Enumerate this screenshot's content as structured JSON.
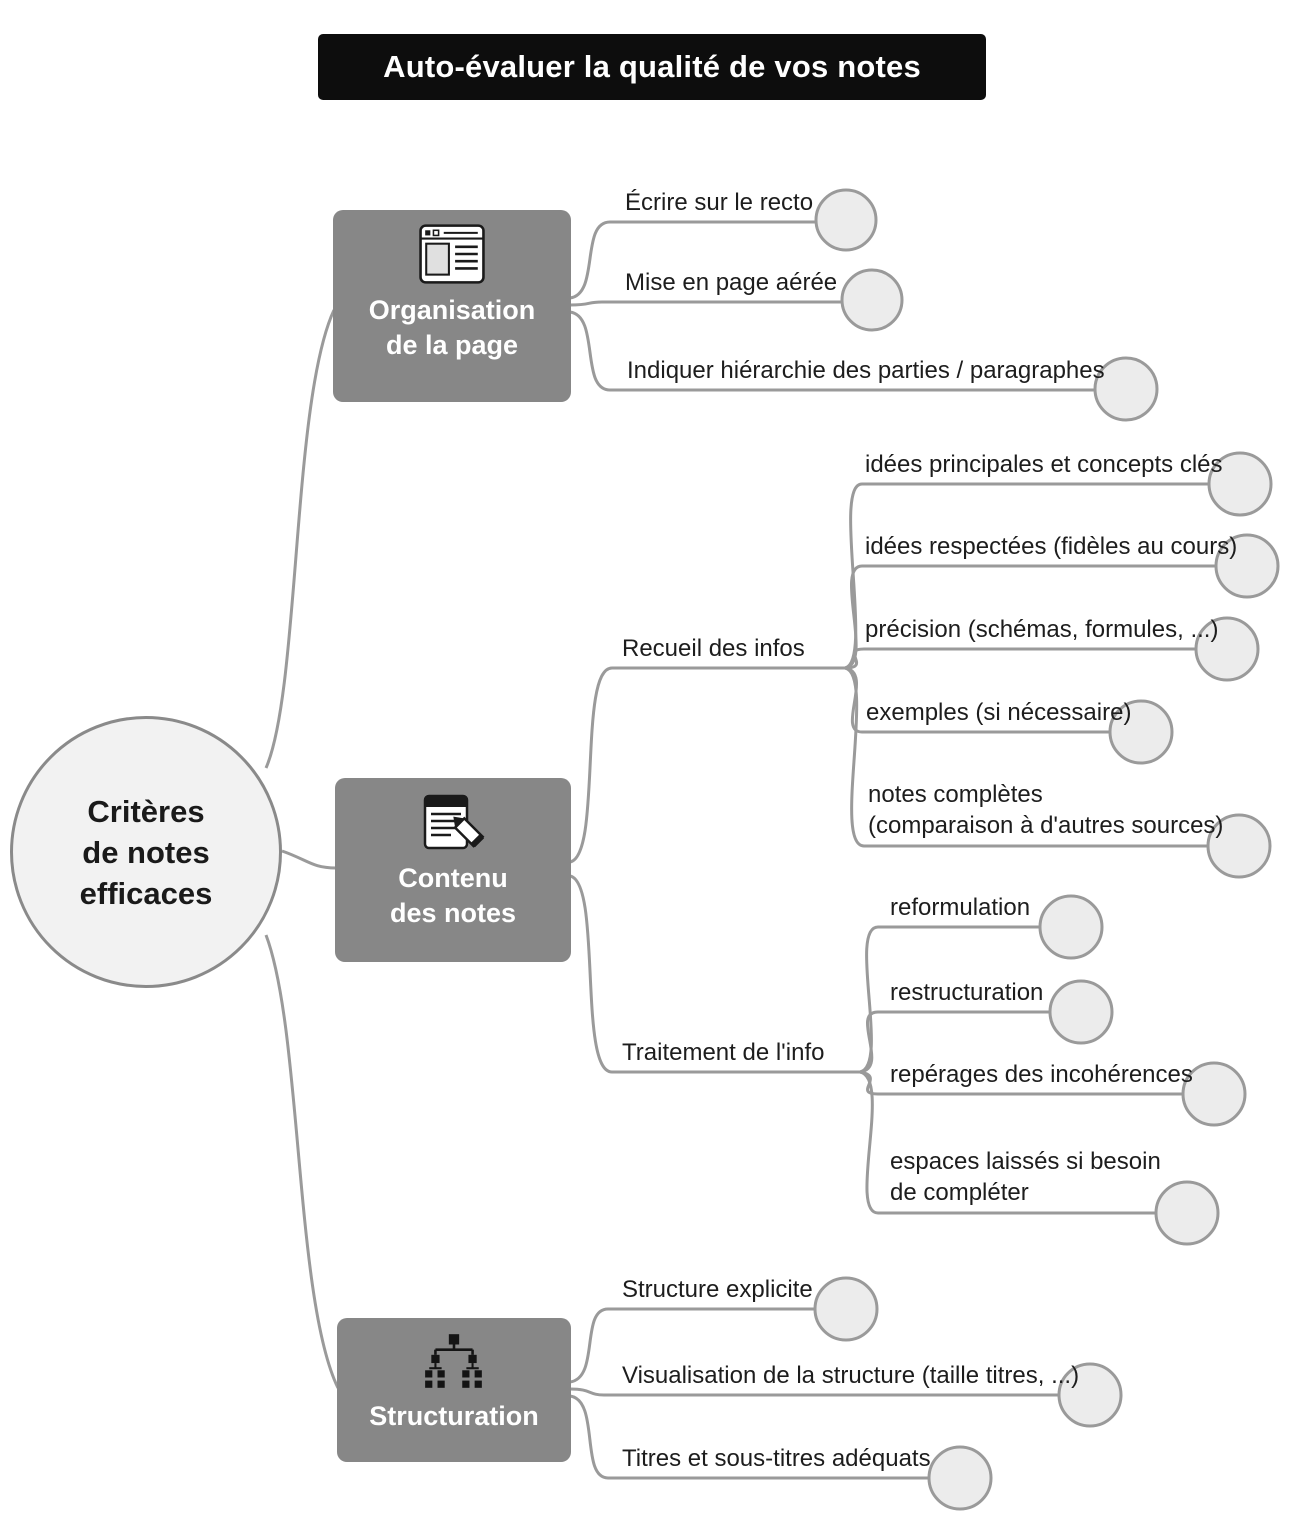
{
  "title": "Auto-évaluer la qualité de vos notes",
  "root": {
    "label": "Critères\nde notes\nefficaces"
  },
  "colors": {
    "title_bg": "#0d0d0d",
    "branch_bg": "#878787",
    "line": "#9a9a9a",
    "circle_fill": "#ececec",
    "root_fill": "#f2f2f2"
  },
  "branches": [
    {
      "label": "Organisation\nde la page",
      "icon": "page-layout-icon",
      "leaves": [
        "Écrire sur le recto",
        "Mise en page aérée",
        "Indiquer hiérarchie des parties / paragraphes"
      ]
    },
    {
      "label": "Contenu\ndes notes",
      "icon": "note-pencil-icon",
      "subbranches": [
        {
          "label": "Recueil des infos",
          "leaves": [
            "idées principales et concepts clés",
            "idées respectées (fidèles au cours)",
            "précision (schémas, formules, ...)",
            "exemples (si nécessaire)",
            "notes complètes\n(comparaison à d'autres sources)"
          ]
        },
        {
          "label": "Traitement de l'info",
          "leaves": [
            "reformulation",
            "restructuration",
            "repérages des incohérences",
            "espaces laissés si besoin\nde compléter"
          ]
        }
      ]
    },
    {
      "label": "Structuration",
      "icon": "hierarchy-icon",
      "leaves": [
        "Structure explicite",
        "Visualisation de la structure (taille titres, ...)",
        "Titres et sous-titres adéquats"
      ]
    }
  ]
}
